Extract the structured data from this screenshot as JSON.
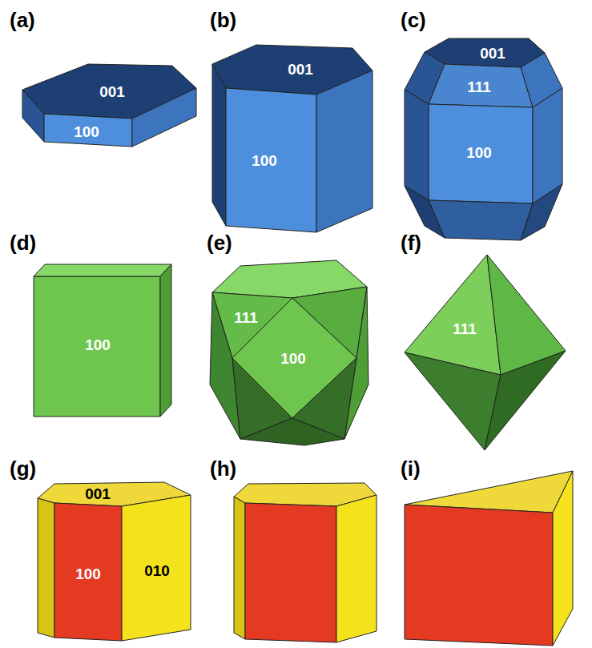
{
  "diagram": {
    "labels": [
      "(a)",
      "001",
      "100",
      "(b)",
      "001",
      "100",
      "(c)",
      "001",
      "111",
      "100",
      "(d)",
      "100",
      "(e)",
      "111",
      "100",
      "(f)",
      "111",
      "(g)",
      "001",
      "100",
      "010",
      "(h)",
      "(i)"
    ]
  }
}
